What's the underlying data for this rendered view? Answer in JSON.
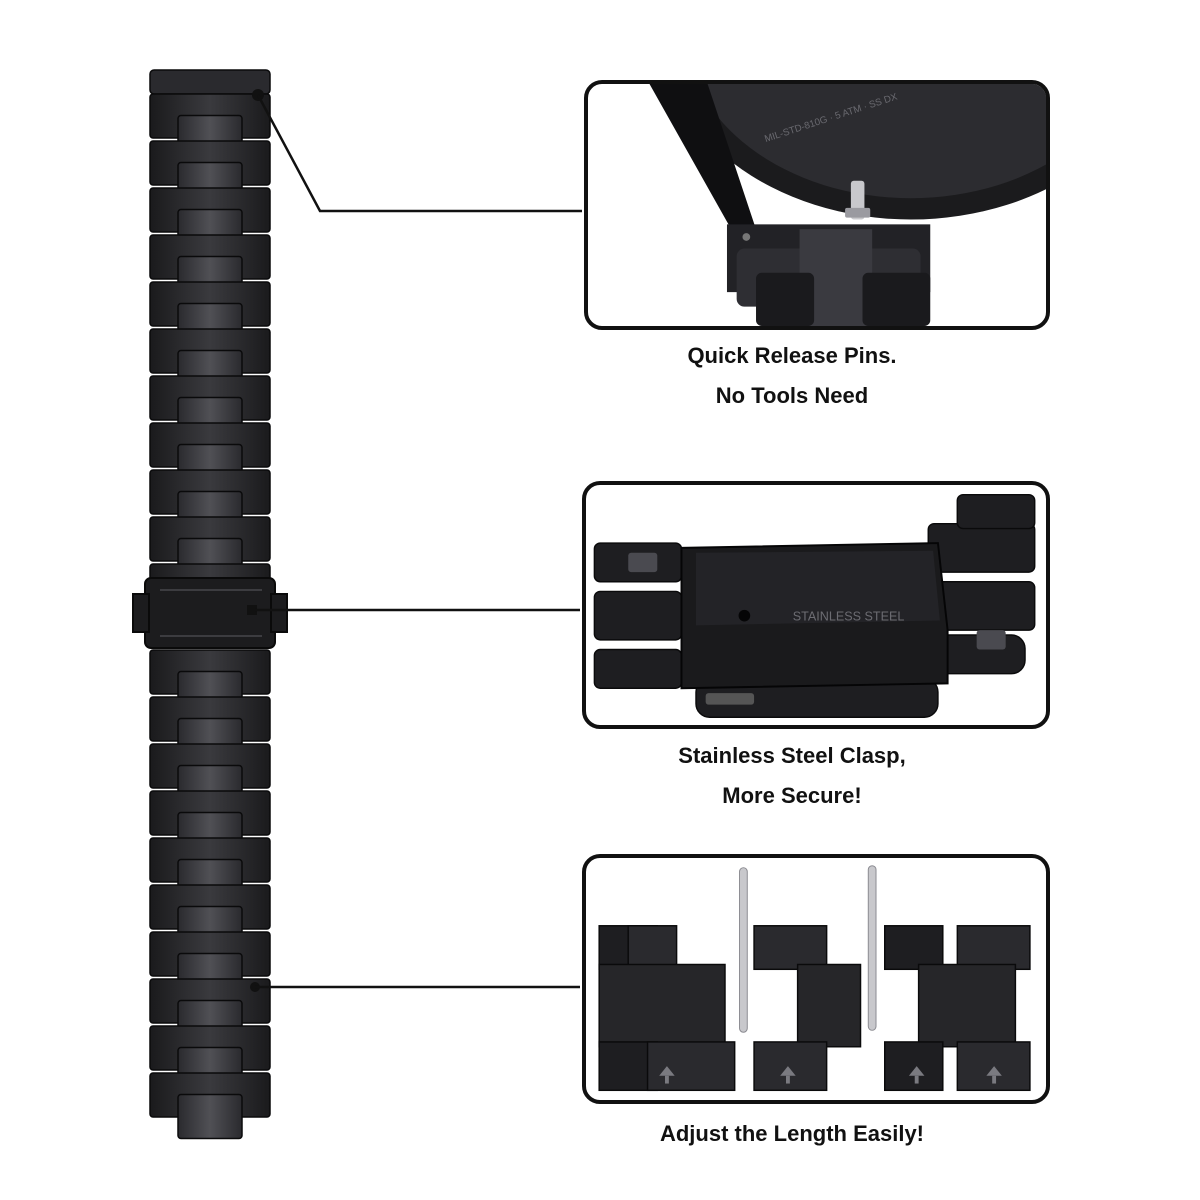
{
  "callouts": [
    {
      "id": "pins",
      "caption_line1": "Quick Release Pins.",
      "caption_line2": "No Tools Need"
    },
    {
      "id": "clasp",
      "caption_line1": "Stainless Steel Clasp,",
      "caption_line2": "More Secure!",
      "engraving": "STAINLESS STEEL"
    },
    {
      "id": "adjust",
      "caption_line1": "Adjust the Length Easily!"
    }
  ],
  "colors": {
    "strap": "#2a2a2c",
    "strap_dark": "#151517",
    "strap_light": "#4a4a4e",
    "frame": "#111111",
    "pin": "#c8c8cc"
  },
  "watch_case_text": "MIL-STD-810G · 5 ATM · SS DX"
}
